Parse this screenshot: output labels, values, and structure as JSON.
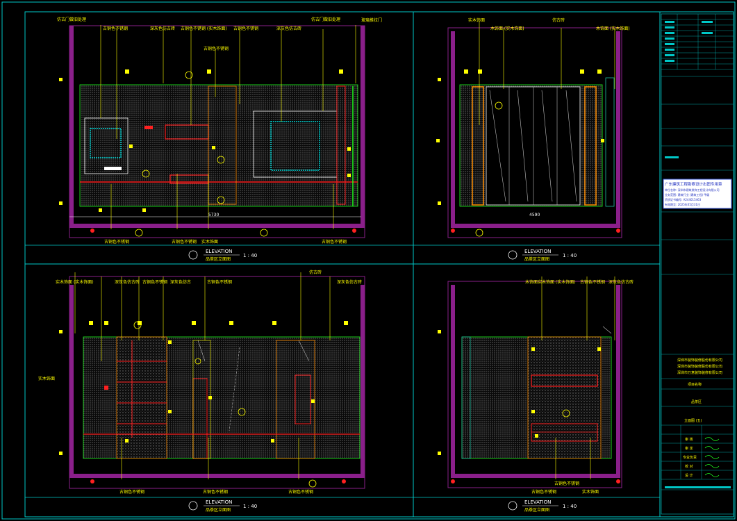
{
  "drawing": {
    "panels": [
      {
        "id": "p1",
        "title_en": "ELEVATION",
        "title_cn": "品茶区立面图",
        "scale": "1 : 40"
      },
      {
        "id": "p2",
        "title_en": "ELEVATION",
        "title_cn": "品茶区立面图",
        "scale": "1 : 40"
      },
      {
        "id": "p3",
        "title_en": "ELEVATION",
        "title_cn": "品茶区立面图",
        "scale": "1 : 40"
      },
      {
        "id": "p4",
        "title_en": "ELEVATION",
        "title_cn": "品茶区立面图",
        "scale": "1 : 40"
      }
    ],
    "dim_labels": {
      "p1_bottom": "5730",
      "p2_bottom": "4590"
    },
    "callouts": {
      "p1_top": [
        "仿古门做旧处理",
        "古铜色不锈钢",
        "深灰色仿古砖",
        "古铜色不锈钢 (实木饰面)",
        "古铜色不锈钢",
        "深灰色仿古砖",
        "仿古门做旧处理",
        "玻璃推拉门"
      ],
      "p1_mid": [
        "古铜色不锈钢"
      ],
      "p1_bottom": [
        "古铜色不锈钢",
        "古铜色不锈钢",
        "实木饰面",
        "古铜色不锈钢"
      ],
      "p2_top": [
        "实木饰面",
        "木饰面 (实木饰面)",
        "仿古砖",
        "木饰面 (实木饰面)"
      ],
      "p3_top": [
        "实木饰面 (实木饰面)",
        "深灰色仿古砖",
        "古铜色不锈钢",
        "深灰色仿古",
        "古铜色不锈钢",
        "仿古砖",
        "深灰色仿古砖"
      ],
      "p3_bottom": [
        "古铜色不锈钢",
        "古铜色不锈钢",
        "古铜色不锈钢"
      ],
      "p4_top": [
        "木饰面实木饰面 (实木饰面)",
        "古铜色不锈钢",
        "深灰色仿古砖"
      ],
      "p4_bottom": [
        "古铜色不锈钢",
        "古铜色不锈钢",
        "实木饰面"
      ]
    },
    "side_labels": {
      "p3_left": "实木饰面"
    }
  },
  "title_block": {
    "stamp": [
      "广东建筑工程勘察设计出图专用章",
      "单位名称: 深圳市建筑装饰工程设计有限公司",
      "业务范围: 建筑行业 (建筑工程) 甲级",
      "资质证书编号: A244015463",
      "有效期至: 2025年05月31日"
    ],
    "companies": [
      "深圳市装饰装修股份有限公司",
      "深圳市装饰装修股份有限公司",
      "深圳市万意装饰装修有限公司"
    ],
    "project_label": "项目名称",
    "drawing_type": "品茶区",
    "sheet_name": "立面图 (五)",
    "signature_rows": [
      "审 核",
      "审 定",
      "专业负责",
      "校 对",
      "设 计"
    ]
  },
  "colors": {
    "frame": "#00c8c8",
    "wall": "#8a1f8a",
    "accent_yellow": "#ffff00",
    "accent_red": "#ff2020",
    "accent_green": "#20ff20",
    "hatch": "#b4b4b4"
  }
}
